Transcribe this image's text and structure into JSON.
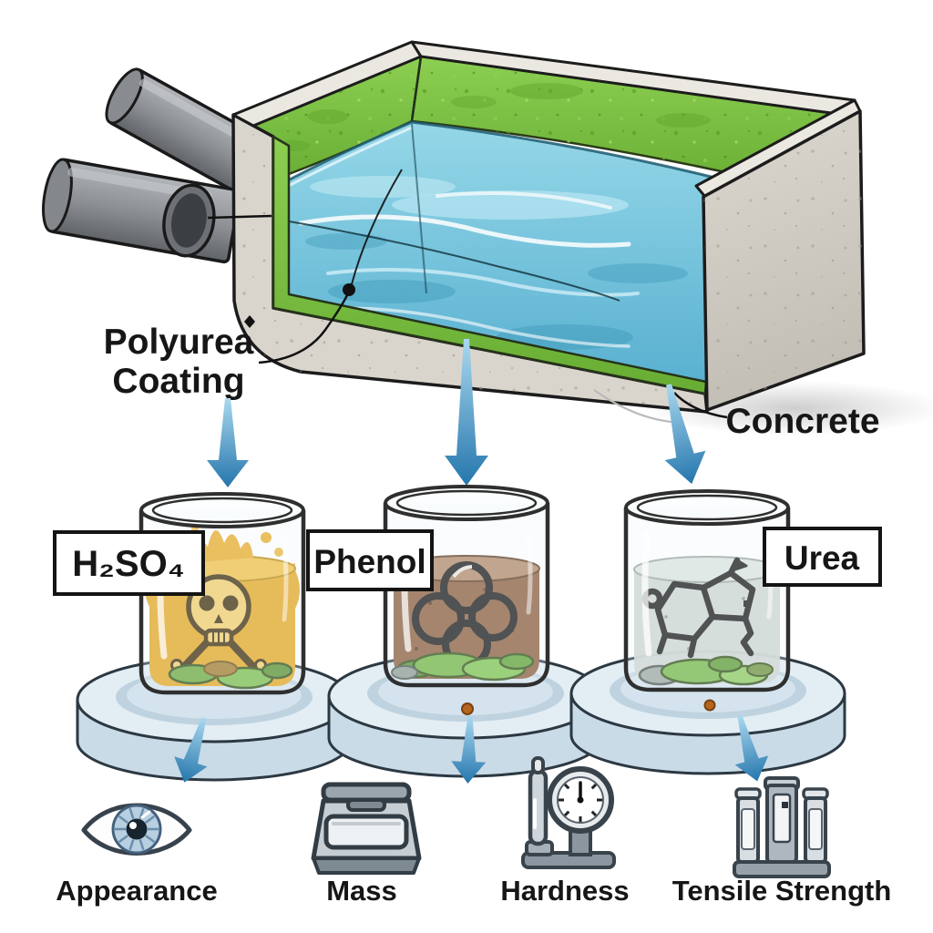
{
  "diagram": {
    "type": "process-diagram",
    "description": "Cutaway concrete tank lined with polyurea coating holding water; coating samples immersed in three chemical beakers; results evaluated by four tests",
    "tank": {
      "labels": {
        "polyurea_line1": "Polyurea",
        "polyurea_line2": "Coating",
        "concrete": "Concrete"
      },
      "colors": {
        "coating_green": "#7cc242",
        "water_blue": "#74c2da",
        "concrete_gray": "#d6d2ca",
        "pipe_gray": "#8a8e92"
      }
    },
    "beakers": [
      {
        "label": "H₂SO₄",
        "symbol_icon": "skull-crossbones-icon",
        "liquid_color": "#e4a51d"
      },
      {
        "label": "Phenol",
        "symbol_icon": "ring-cluster-icon",
        "liquid_color": "#8a5a3a"
      },
      {
        "label": "Urea",
        "symbol_icon": "molecule-icon",
        "liquid_color": "#cbd4cf"
      }
    ],
    "tests": [
      {
        "label": "Appearance",
        "icon": "eye-icon"
      },
      {
        "label": "Mass",
        "icon": "balance-scale-icon"
      },
      {
        "label": "Hardness",
        "icon": "durometer-gauge-icon"
      },
      {
        "label": "Tensile Strength",
        "icon": "tensile-tester-icon"
      }
    ],
    "arrow_color": "#2d7cb2",
    "dish_color": "#dbe8f1"
  }
}
